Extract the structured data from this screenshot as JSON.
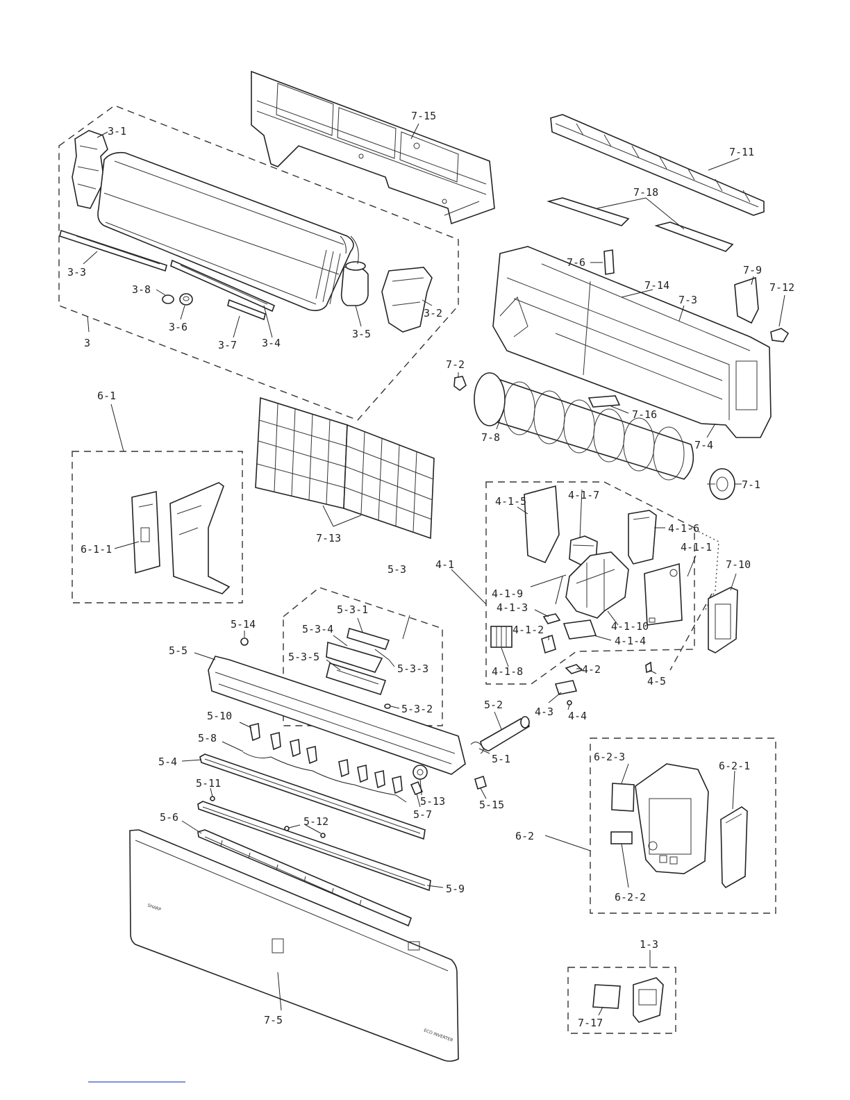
{
  "panel_branding": {
    "brand": "SHARP",
    "model_badge": "ECO INVERTER"
  },
  "labels": {
    "l_3_1": "3-1",
    "l_3_2": "3-2",
    "l_3_3": "3-3",
    "l_3_4": "3-4",
    "l_3_5": "3-5",
    "l_3_6": "3-6",
    "l_3_7": "3-7",
    "l_3_8": "3-8",
    "l_3": "3",
    "l_7_15": "7-15",
    "l_7_11": "7-11",
    "l_7_18": "7-18",
    "l_7_6": "7-6",
    "l_7_14": "7-14",
    "l_7_3": "7-3",
    "l_7_9": "7-9",
    "l_7_12": "7-12",
    "l_7_2": "7-2",
    "l_7_8": "7-8",
    "l_7_16": "7-16",
    "l_7_4": "7-4",
    "l_7_1": "7-1",
    "l_7_13": "7-13",
    "l_7_10": "7-10",
    "l_7_5": "7-5",
    "l_7_17": "7-17",
    "l_6_1": "6-1",
    "l_6_1_1": "6-1-1",
    "l_6_2": "6-2",
    "l_6_2_1": "6-2-1",
    "l_6_2_2": "6-2-2",
    "l_6_2_3": "6-2-3",
    "l_1_3": "1-3",
    "l_4_1": "4-1",
    "l_4_1_1": "4-1-1",
    "l_4_1_2": "4-1-2",
    "l_4_1_3": "4-1-3",
    "l_4_1_4": "4-1-4",
    "l_4_1_5": "4-1-5",
    "l_4_1_6": "4-1-6",
    "l_4_1_7": "4-1-7",
    "l_4_1_8": "4-1-8",
    "l_4_1_9": "4-1-9",
    "l_4_1_10": "4-1-10",
    "l_4_2": "4-2",
    "l_4_3": "4-3",
    "l_4_4": "4-4",
    "l_4_5": "4-5",
    "l_5_1": "5-1",
    "l_5_2": "5-2",
    "l_5_3": "5-3",
    "l_5_3_1": "5-3-1",
    "l_5_3_2": "5-3-2",
    "l_5_3_3": "5-3-3",
    "l_5_3_4": "5-3-4",
    "l_5_3_5": "5-3-5",
    "l_5_4": "5-4",
    "l_5_5": "5-5",
    "l_5_6": "5-6",
    "l_5_7": "5-7",
    "l_5_8": "5-8",
    "l_5_9": "5-9",
    "l_5_10": "5-10",
    "l_5_11": "5-11",
    "l_5_12": "5-12",
    "l_5_13": "5-13",
    "l_5_14": "5-14",
    "l_5_15": "5-15"
  }
}
